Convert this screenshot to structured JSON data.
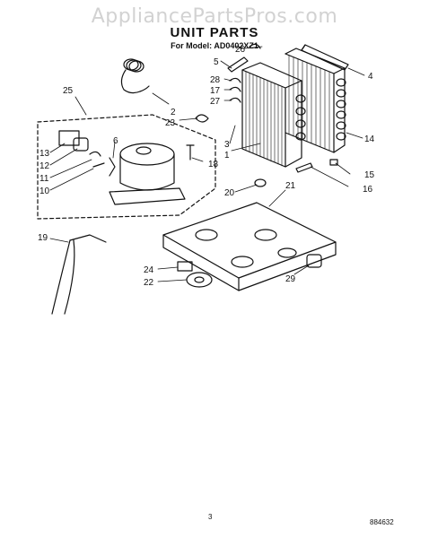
{
  "watermark": "AppliancePartsPros.com",
  "title": "UNIT PARTS",
  "subtitle": "For Model: AD0402XZ1",
  "page_number": "3",
  "doc_code": "884632",
  "callouts": [
    "26",
    "5",
    "4",
    "28",
    "17",
    "27",
    "25",
    "2",
    "23",
    "3",
    "1",
    "14",
    "13",
    "12",
    "11",
    "10",
    "6",
    "18",
    "15",
    "16",
    "20",
    "21",
    "19",
    "24",
    "22",
    "29"
  ]
}
